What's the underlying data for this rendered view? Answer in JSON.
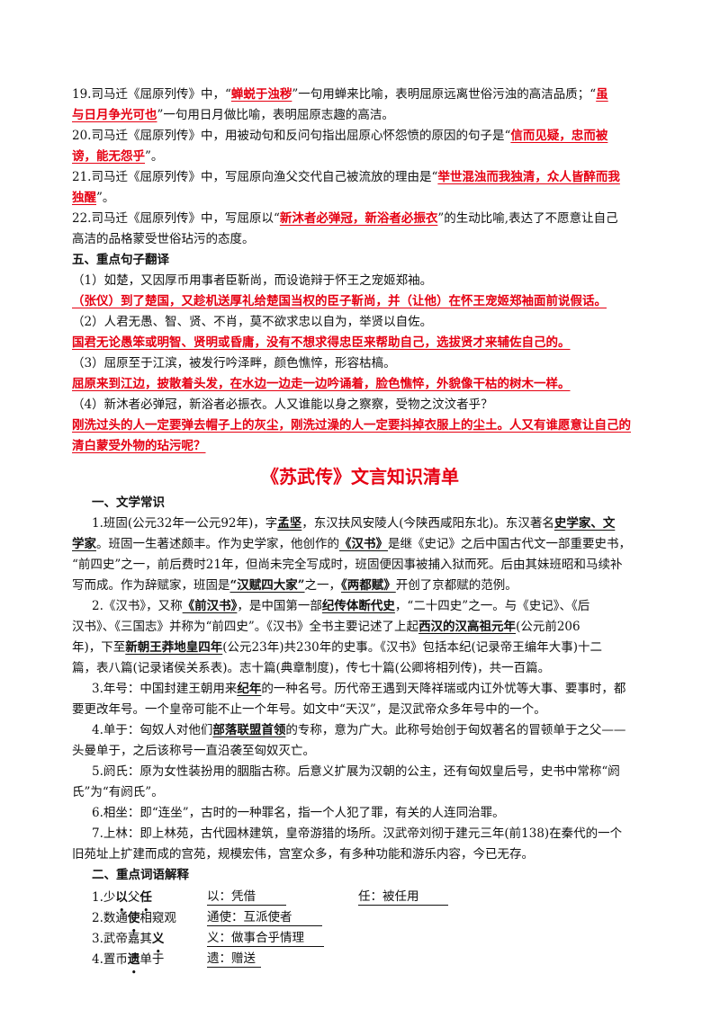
{
  "items": {
    "i19": {
      "a": "19.司马迁《屈原列传》中，“",
      "b": "蝉蜕于浊秽",
      "c": "”一句用蝉来比喻，表明屈原远离世俗污浊的高洁品质；“",
      "d": "虽",
      "e": "与日月争光可也",
      "f": "”一句用日月做比喻，表明屈原志趣的高洁。"
    },
    "i20": {
      "a": "20.司马迁《屈原列传》中，用被动句和反问句指出屈原心怀怨愤的原因的句子是“",
      "b": "信而见疑，忠而被",
      "c": "谤，能无怨乎",
      "d": "”。"
    },
    "i21": {
      "a": "21.司马迁《屈原列传》中，写屈原向渔父交代自己被流放的理由是“",
      "b": "举世混浊而我独清，众人皆醉而我",
      "c": "独醒",
      "d": "”。"
    },
    "i22": {
      "a": "22.司马迁《屈原列传》中，写屈原以“",
      "b": "新沐者必弹冠，新浴者必振衣",
      "c": "”的生动比喻,表达了不愿意让自己",
      "d": "高洁的品格蒙受世俗玷污的态度。"
    }
  },
  "sec5": {
    "heading": "五、重点句子翻译",
    "q1": "（1）如楚，又因厚币用事者臣靳尚，而设诡辩于怀王之宠姬郑袖。",
    "a1": "（张仪）到了楚国，又趁机送厚礼给楚国当权的臣子靳尚，并（让他）在怀王宠姬郑袖面前说假话。",
    "q2": "（2）人君无愚、智、贤、不肖，莫不欲求忠以自为，举贤以自佐。",
    "a2": "国君无论愚笨或明智、贤明或昏庸，没有不想求得忠臣来帮助自己，选拔贤才来辅佐自己的。",
    "q3": "（3）屈原至于江滨，被发行吟泽畔，颜色憔悴，形容枯槁。",
    "a3": "屈原来到江边，披散着头发，在水边一边走一边吟诵着，脸色憔悴，外貌像干枯的树木一样。",
    "q4": "（4）新沐者必弹冠，新浴者必振衣。人又谁能以身之察察，受物之汶汶者乎？",
    "a4a": "刚洗过头的人一定要弹去帽子上的灰尘，刚洗过澡的人一定要抖掉衣服上的尘土。人又有谁愿意让自己的",
    "a4b": "清白蒙受外物的玷污呢？"
  },
  "title": "《苏武传》文言知识清单",
  "sec1": {
    "heading": "一、文学常识",
    "p1": {
      "l1a": "1.班固(公元32年一公元92年)，字",
      "l1b": "孟坚",
      "l1c": "，东汉扶风安陵人(今陕西咸阳东北)。东汉著名",
      "l1d": "史学家、文",
      "l2a": "学家",
      "l2b": "。班固一生著述颇丰。作为史学家，他创作的",
      "l2c": "《汉书》",
      "l2d": "是继《史记》之后中国古代文一部重要史书，",
      "l3": "“前四史”之一，前后费时21年，但尚未完全写成时，班固便因事被捕入狱而死。后由其妹班昭和马续补",
      "l4a": "写而成。作为辞赋家，班固是",
      "l4b": "“汉赋四大家”",
      "l4c": "之一，",
      "l4d": "《两都赋》",
      "l4e": "开创了京都赋的范例。"
    },
    "p2": {
      "l1a": "2.《汉书》，又称",
      "l1b": "《前汉书》",
      "l1c": "，是中国第一部",
      "l1d": "纪传体断代史",
      "l1e": "，“二十四史”之一。与《史记》、《后",
      "l2a": "汉书》、《三国志》并称为“前四史”。《汉书》全书主要记述了上起",
      "l2b": "西汉的汉高祖元年",
      "l2c": "(公元前206",
      "l3a": "年)，下至",
      "l3b": "新朝王莽地皇四年",
      "l3c": "(公元23年)共230年的史事。《汉书》包括本纪(记录帝王编年大事)十二",
      "l4": "篇，表八篇(记录诸侯关系表)。志十篇(典章制度)，传七十篇(公卿将相列传)，共一百篇。"
    },
    "p3": {
      "l1a": "3.年号：中国封建王朝用来",
      "l1b": "纪年",
      "l1c": "的一种名号。历代帝王遇到天降祥瑞或内讧外忧等大事、要事时，都",
      "l2": "要更改年号。一个皇帝可能不止一个年号。如文中“天汉”，是汉武帝众多年号中的一个。"
    },
    "p4": {
      "l1a": "4.单于：匈奴人对他们",
      "l1b": "部落联盟首领",
      "l1c": "的专称，意为广大。此称号始创于匈奴著名的冒顿单于之父——",
      "l2": "头曼单于，之后该称号一直沿袭至匈奴灭亡。"
    },
    "p5": {
      "l1": "5.阏氏：原为女性装扮用的胭脂古称。后意义扩展为汉朝的公主，还有匈奴皇后号，史书中常称“阏",
      "l2": "氏”为“有阏氏”。"
    },
    "p6": "6.相坐：即“连坐”，古时的一种罪名，指一个人犯了罪，有关的人连同治罪。",
    "p7": {
      "l1": "7.上林：即上林苑，古代园林建筑，皇帝游猎的场所。汉武帝刘彻于建元三年(前138)在秦代的一个",
      "l2": "旧苑址上扩建而成的宫苑，规模宏伟，宫室众多，有多种功能和游乐内容，今已无存。"
    }
  },
  "sec2": {
    "heading": "二、重点词语解释",
    "rows": [
      {
        "s1": "1.少",
        "k1": "以",
        "s2": "父",
        "k2": "任",
        "e1": "以：凭借",
        "e2": "任：被任用"
      },
      {
        "s1": "2.数通",
        "k1": "使",
        "s2": "相窥观",
        "e1": "通使：互派使者"
      },
      {
        "s1": "3.武帝嘉其",
        "k1": "义",
        "e1": "义：做事合乎情理"
      },
      {
        "s1": "4.置币",
        "k1": "遗",
        "s2": "单于",
        "e1": "遗：赠送"
      }
    ]
  }
}
